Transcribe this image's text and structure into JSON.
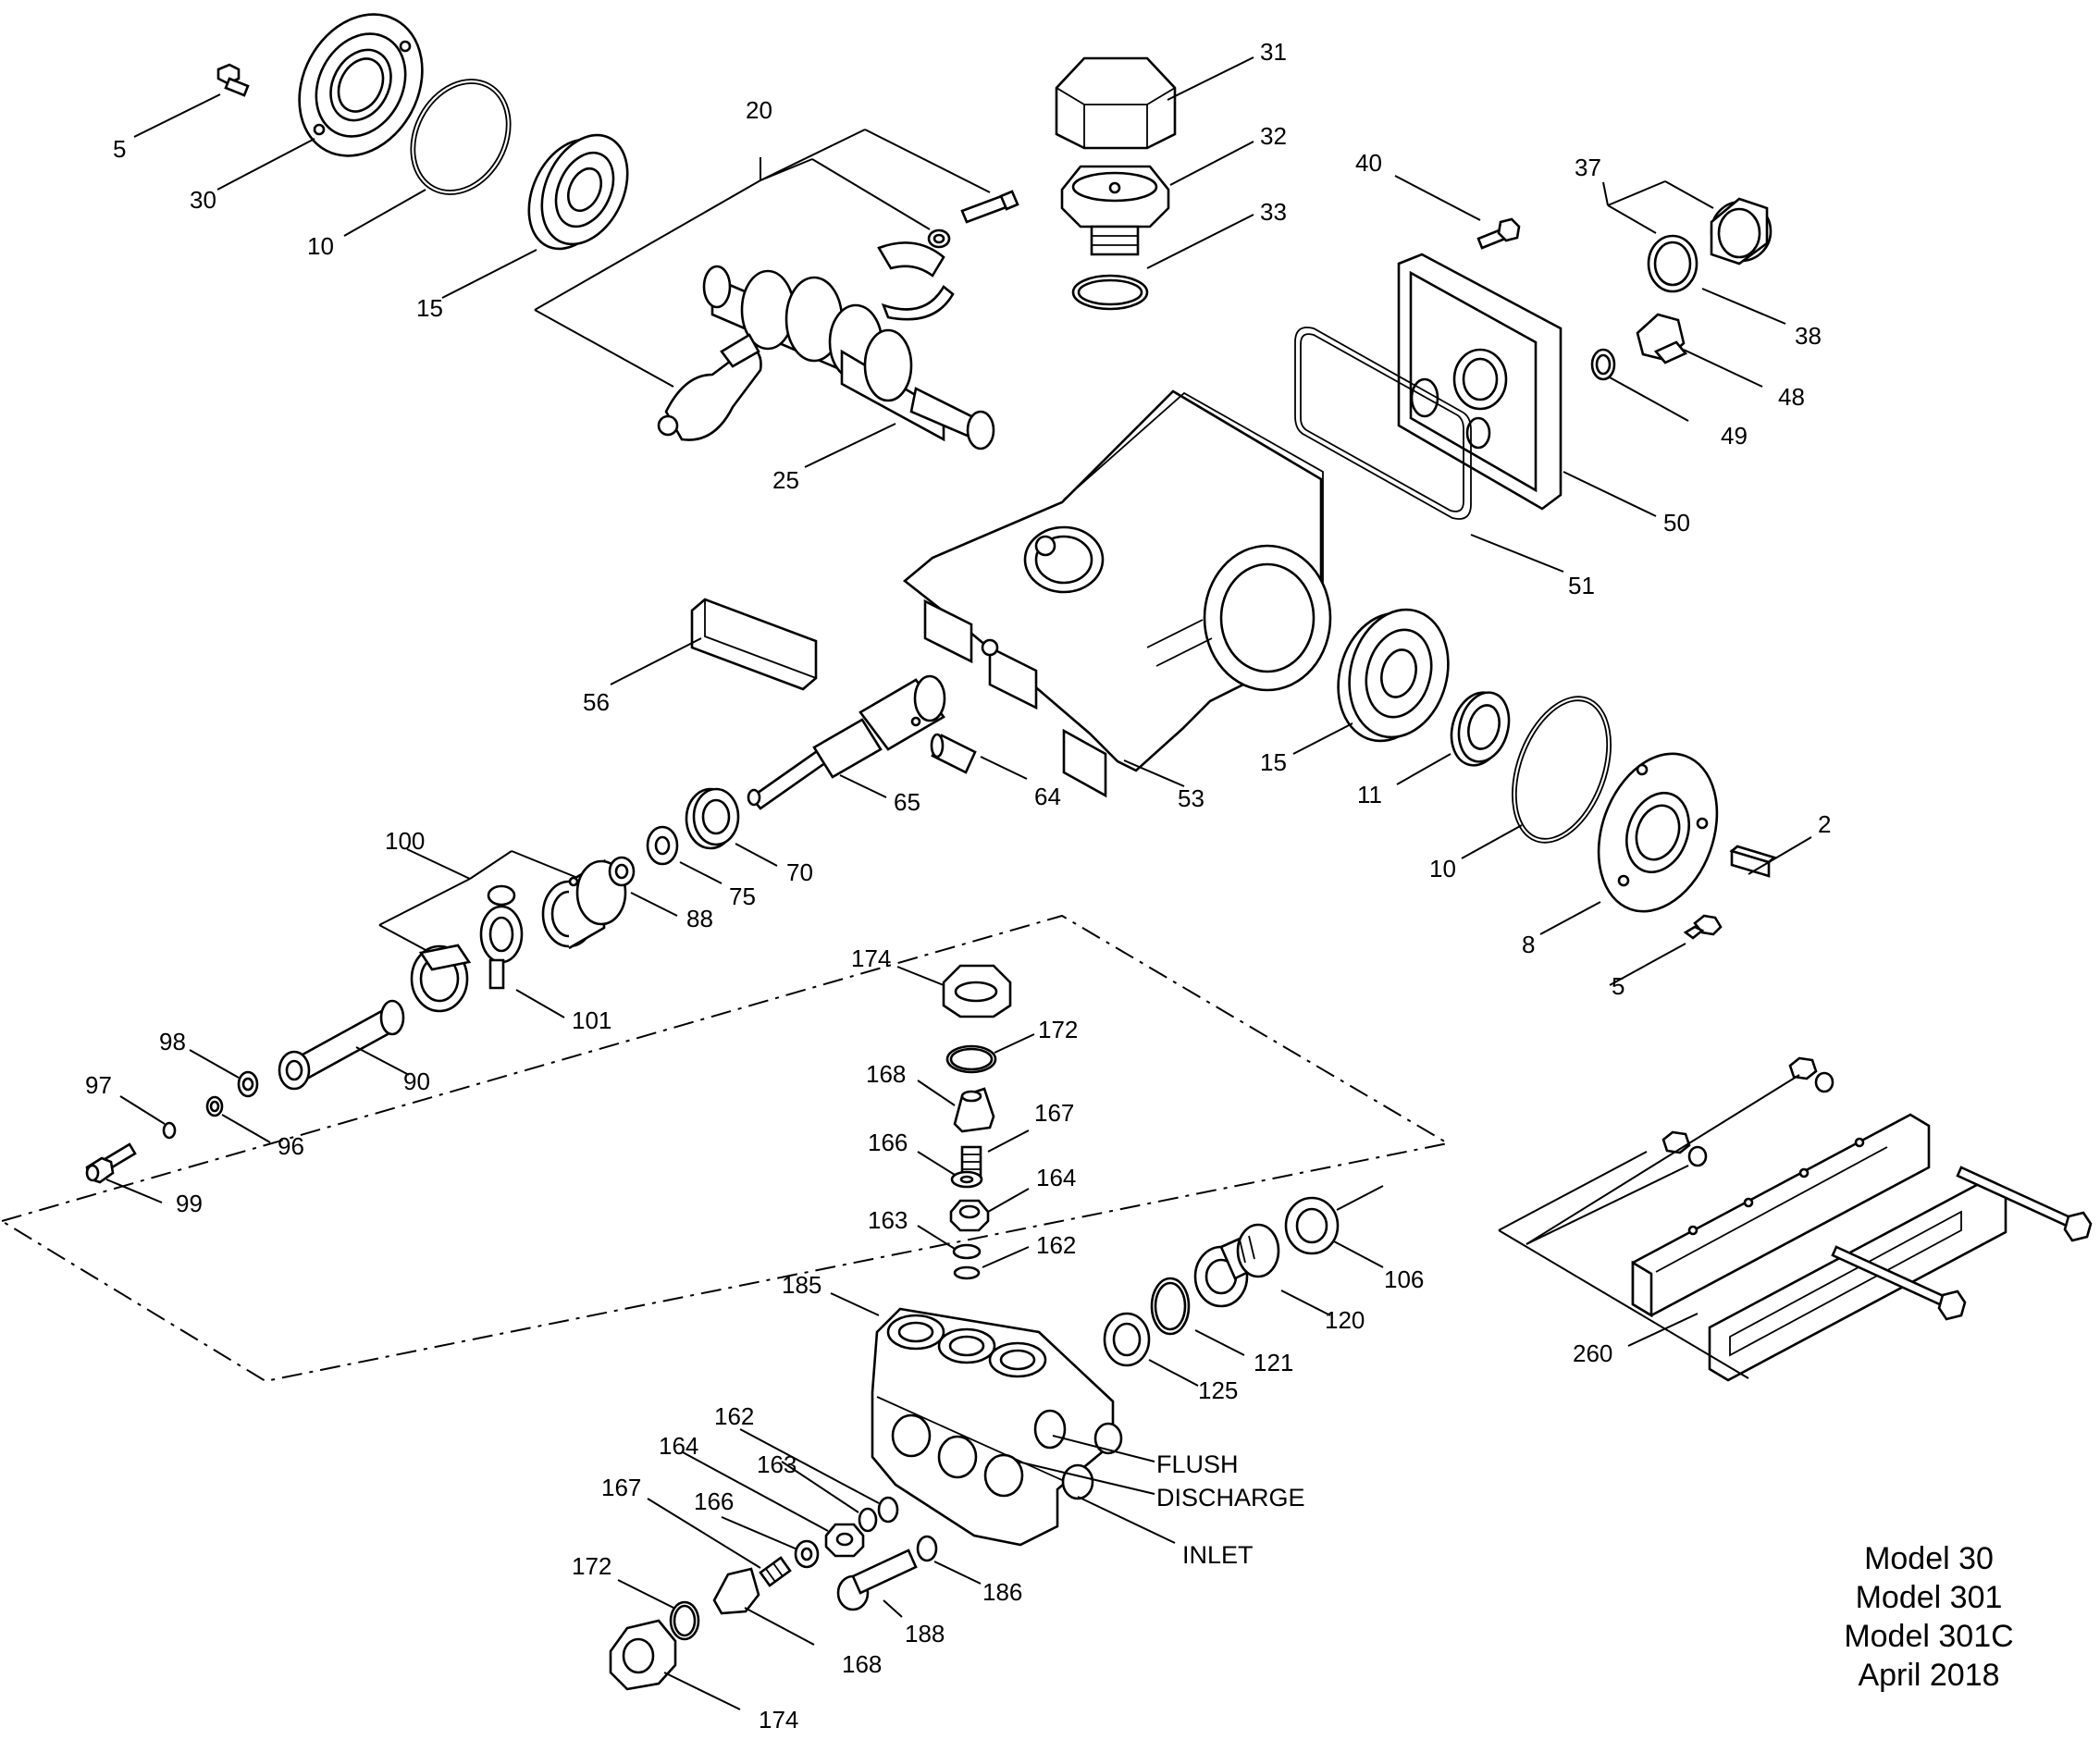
{
  "diagram": {
    "callouts": [
      {
        "id": "c5a",
        "text": "5"
      },
      {
        "id": "c30",
        "text": "30"
      },
      {
        "id": "c10a",
        "text": "10"
      },
      {
        "id": "c15a",
        "text": "15"
      },
      {
        "id": "c20",
        "text": "20"
      },
      {
        "id": "c25",
        "text": "25"
      },
      {
        "id": "c31",
        "text": "31"
      },
      {
        "id": "c32",
        "text": "32"
      },
      {
        "id": "c33",
        "text": "33"
      },
      {
        "id": "c40",
        "text": "40"
      },
      {
        "id": "c37",
        "text": "37"
      },
      {
        "id": "c38",
        "text": "38"
      },
      {
        "id": "c48",
        "text": "48"
      },
      {
        "id": "c49",
        "text": "49"
      },
      {
        "id": "c50",
        "text": "50"
      },
      {
        "id": "c51",
        "text": "51"
      },
      {
        "id": "c56",
        "text": "56"
      },
      {
        "id": "c65",
        "text": "65"
      },
      {
        "id": "c64",
        "text": "64"
      },
      {
        "id": "c53",
        "text": "53"
      },
      {
        "id": "c15b",
        "text": "15"
      },
      {
        "id": "c11",
        "text": "11"
      },
      {
        "id": "c10b",
        "text": "10"
      },
      {
        "id": "c2",
        "text": "2"
      },
      {
        "id": "c8",
        "text": "8"
      },
      {
        "id": "c5b",
        "text": "5"
      },
      {
        "id": "c100",
        "text": "100"
      },
      {
        "id": "c88",
        "text": "88"
      },
      {
        "id": "c75",
        "text": "75"
      },
      {
        "id": "c70",
        "text": "70"
      },
      {
        "id": "c101",
        "text": "101"
      },
      {
        "id": "c98",
        "text": "98"
      },
      {
        "id": "c90",
        "text": "90"
      },
      {
        "id": "c97",
        "text": "97"
      },
      {
        "id": "c96",
        "text": "96"
      },
      {
        "id": "c99",
        "text": "99"
      },
      {
        "id": "c174a",
        "text": "174"
      },
      {
        "id": "c172a",
        "text": "172"
      },
      {
        "id": "c168a",
        "text": "168"
      },
      {
        "id": "c167a",
        "text": "167"
      },
      {
        "id": "c166a",
        "text": "166"
      },
      {
        "id": "c164a",
        "text": "164"
      },
      {
        "id": "c163a",
        "text": "163"
      },
      {
        "id": "c162a",
        "text": "162"
      },
      {
        "id": "c185",
        "text": "185"
      },
      {
        "id": "c106",
        "text": "106"
      },
      {
        "id": "c120",
        "text": "120"
      },
      {
        "id": "c121",
        "text": "121"
      },
      {
        "id": "c125",
        "text": "125"
      },
      {
        "id": "c162b",
        "text": "162"
      },
      {
        "id": "c164b",
        "text": "164"
      },
      {
        "id": "c163b",
        "text": "163"
      },
      {
        "id": "c167b",
        "text": "167"
      },
      {
        "id": "c166b",
        "text": "166"
      },
      {
        "id": "c172b",
        "text": "172"
      },
      {
        "id": "c168b",
        "text": "168"
      },
      {
        "id": "c174b",
        "text": "174"
      },
      {
        "id": "c188",
        "text": "188"
      },
      {
        "id": "c186",
        "text": "186"
      },
      {
        "id": "c260",
        "text": "260"
      }
    ],
    "port_labels": [
      "FLUSH",
      "DISCHARGE",
      "INLET"
    ],
    "model_info": [
      "Model 30",
      "Model 301",
      "Model 301C",
      "April 2018"
    ]
  }
}
